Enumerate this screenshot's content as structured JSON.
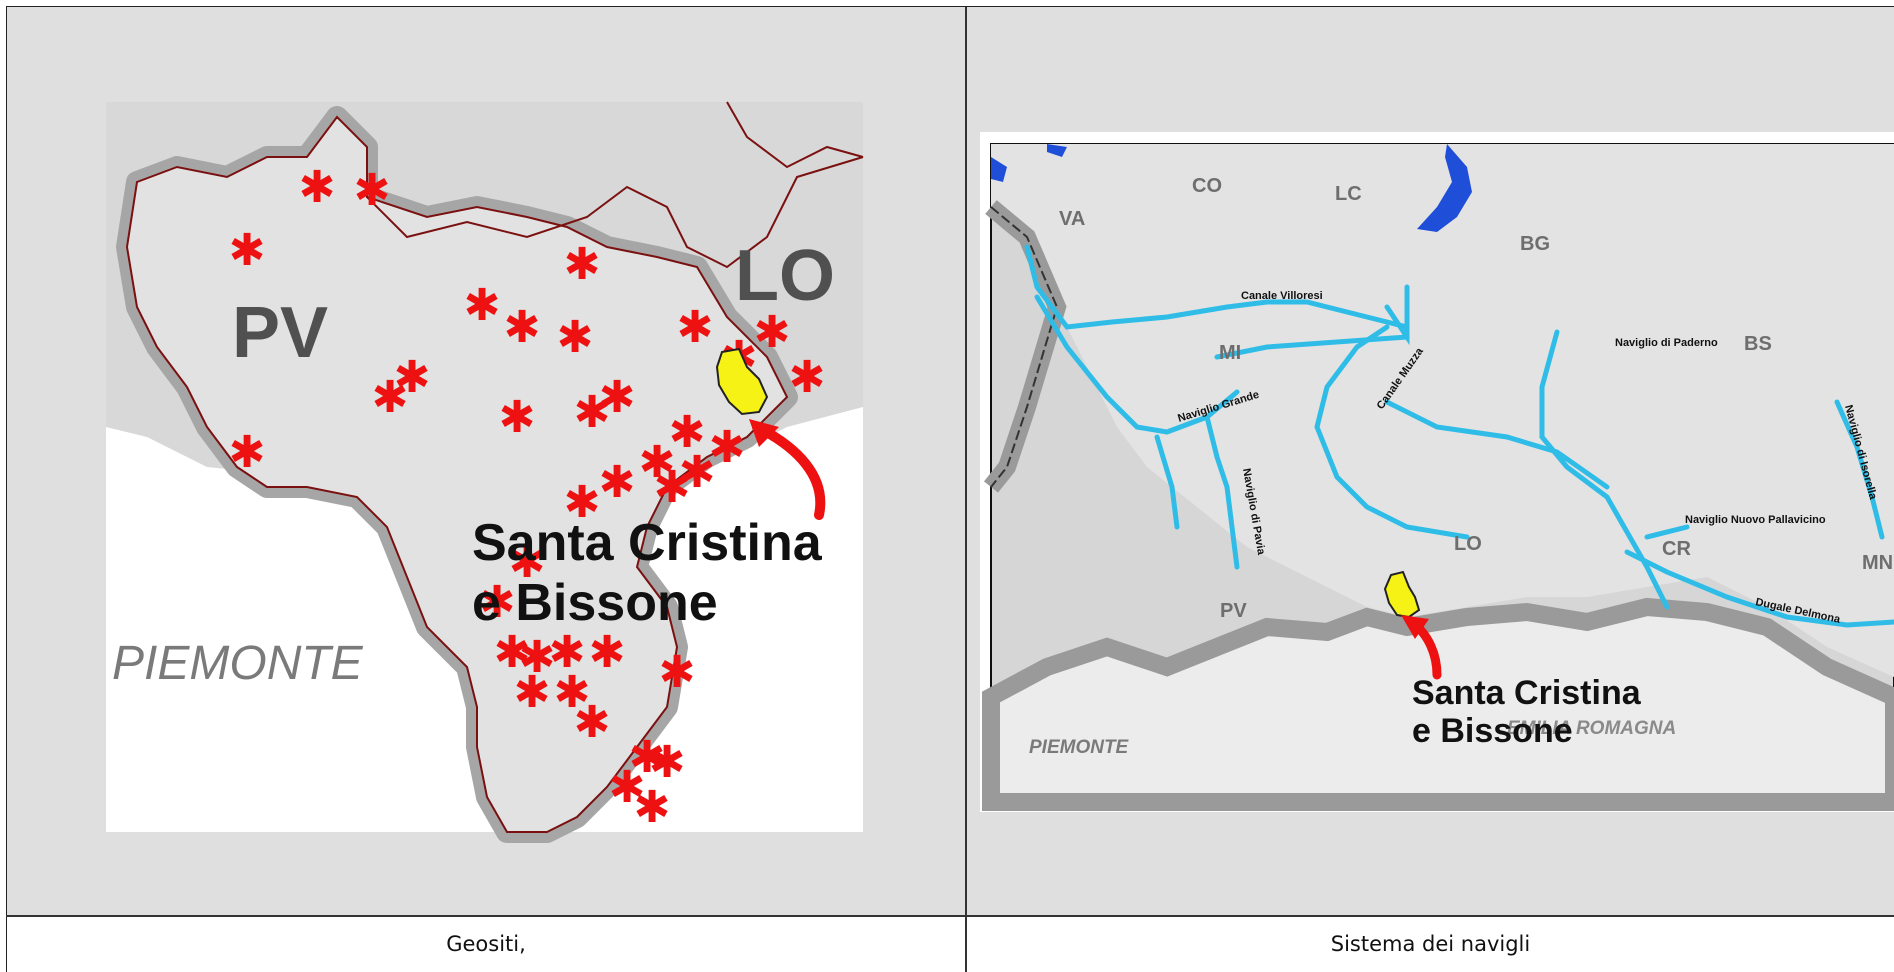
{
  "panels": [
    {
      "caption": "Geositi,",
      "map": {
        "province_label": "PV",
        "neighbor_label": "LO",
        "region_label": "PIEMONTE",
        "annotation_line1": "Santa Cristina",
        "annotation_line2": "e Bissone",
        "marker_color": "#ee1111",
        "highlight_color": "#f6f216"
      }
    },
    {
      "caption": "Sistema dei navigli",
      "map": {
        "province_labels": [
          "VA",
          "CO",
          "LC",
          "BG",
          "BS",
          "MI",
          "LO",
          "PV",
          "CR",
          "MN"
        ],
        "region_labels": [
          "PIEMONTE",
          "EMILIA ROMAGNA"
        ],
        "canal_labels": [
          "Canale Villoresi",
          "Naviglio Grande",
          "Naviglio di Pavia",
          "Canale Muzza",
          "Naviglio di Paderno",
          "Naviglio di Isorella",
          "Naviglio Nuovo Pallavicino",
          "Dugale Delmona"
        ],
        "annotation_line1": "Santa Cristina",
        "annotation_line2": "e Bissone",
        "canal_color": "#2fbde8",
        "highlight_color": "#f6f216"
      }
    }
  ]
}
